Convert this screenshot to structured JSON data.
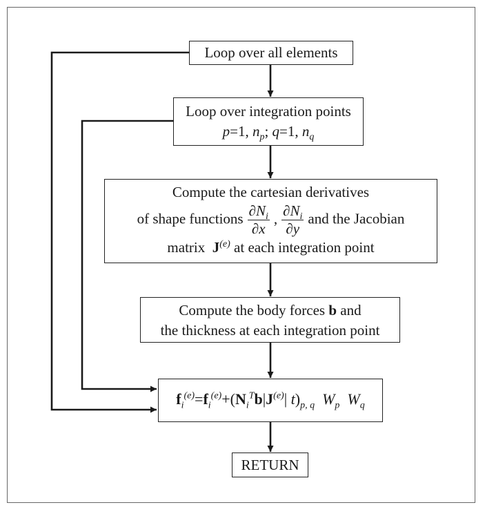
{
  "flowchart": {
    "loop_elements": "Loop over all elements",
    "loop_points": {
      "line1": "Loop over integration points",
      "p": "p",
      "eq1": "=1,",
      "n": "n",
      "sub_p": "p",
      "semi": ";",
      "q": "q",
      "eq2": "=1,",
      "sub_q": "q"
    },
    "derivatives": {
      "line1": "Compute the cartesian derivatives",
      "line2_prefix": "of shape functions",
      "partial_N": "∂N",
      "sub_i": "i",
      "dx": "∂x",
      "dy": "∂y",
      "comma": ",",
      "line2_suffix": "and the Jacobian",
      "line3_prefix": "matrix",
      "J": "J",
      "sup_e": "(e)",
      "line3_suffix": "at each integration point"
    },
    "body_forces": {
      "line1_prefix": "Compute the body forces",
      "b": "b",
      "line1_suffix": "and",
      "line2": "the thickness at each integration point"
    },
    "assembly": {
      "f": "f",
      "i": "i",
      "e": "(e)",
      "eq": "=",
      "plus_paren": "+(",
      "N": "N",
      "T": "T",
      "b": "b",
      "bar1": "|",
      "J": "J",
      "bar2": "|",
      "t": "t",
      "close": ")",
      "pq": "p, q",
      "W": "W",
      "p": "p",
      "q": "q"
    },
    "return": "RETURN"
  }
}
